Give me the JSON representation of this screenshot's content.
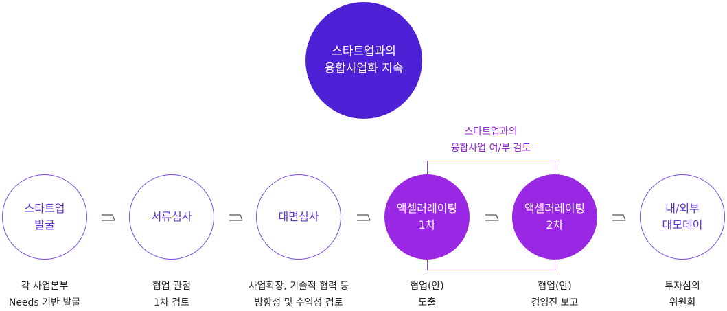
{
  "center": {
    "line1": "스타트업과의",
    "line2": "융합사업화 지속"
  },
  "review_label": {
    "line1": "스타트업과의",
    "line2": "융합사업 여/부 검토"
  },
  "steps": [
    {
      "line1": "스타트업",
      "line2": "발굴",
      "desc1": "각 사업본부",
      "desc2": "Needs 기반 발굴"
    },
    {
      "line1": "서류심사",
      "line2": "",
      "desc1": "협업 관점",
      "desc2": "1차 검토"
    },
    {
      "line1": "대면심사",
      "line2": "",
      "desc1": "사업확장, 기술적 협력 등",
      "desc2": "방향성 및 수익성 검토"
    },
    {
      "line1": "액셀러레이팅",
      "line2": "1차",
      "desc1": "협업(안)",
      "desc2": "도출"
    },
    {
      "line1": "액셀러레이팅",
      "line2": "2차",
      "desc1": "협업(안)",
      "desc2": "경영진 보고"
    },
    {
      "line1": "내/외부",
      "line2": "대모데이",
      "desc1": "투자심의",
      "desc2": "위원회"
    }
  ],
  "colors": {
    "center": "#4f21d6",
    "accent": "#9a27e3",
    "outline": "#7a49e4",
    "review_text": "#8e22d8"
  },
  "icons": {
    "arrow": "arrow-right-icon"
  }
}
